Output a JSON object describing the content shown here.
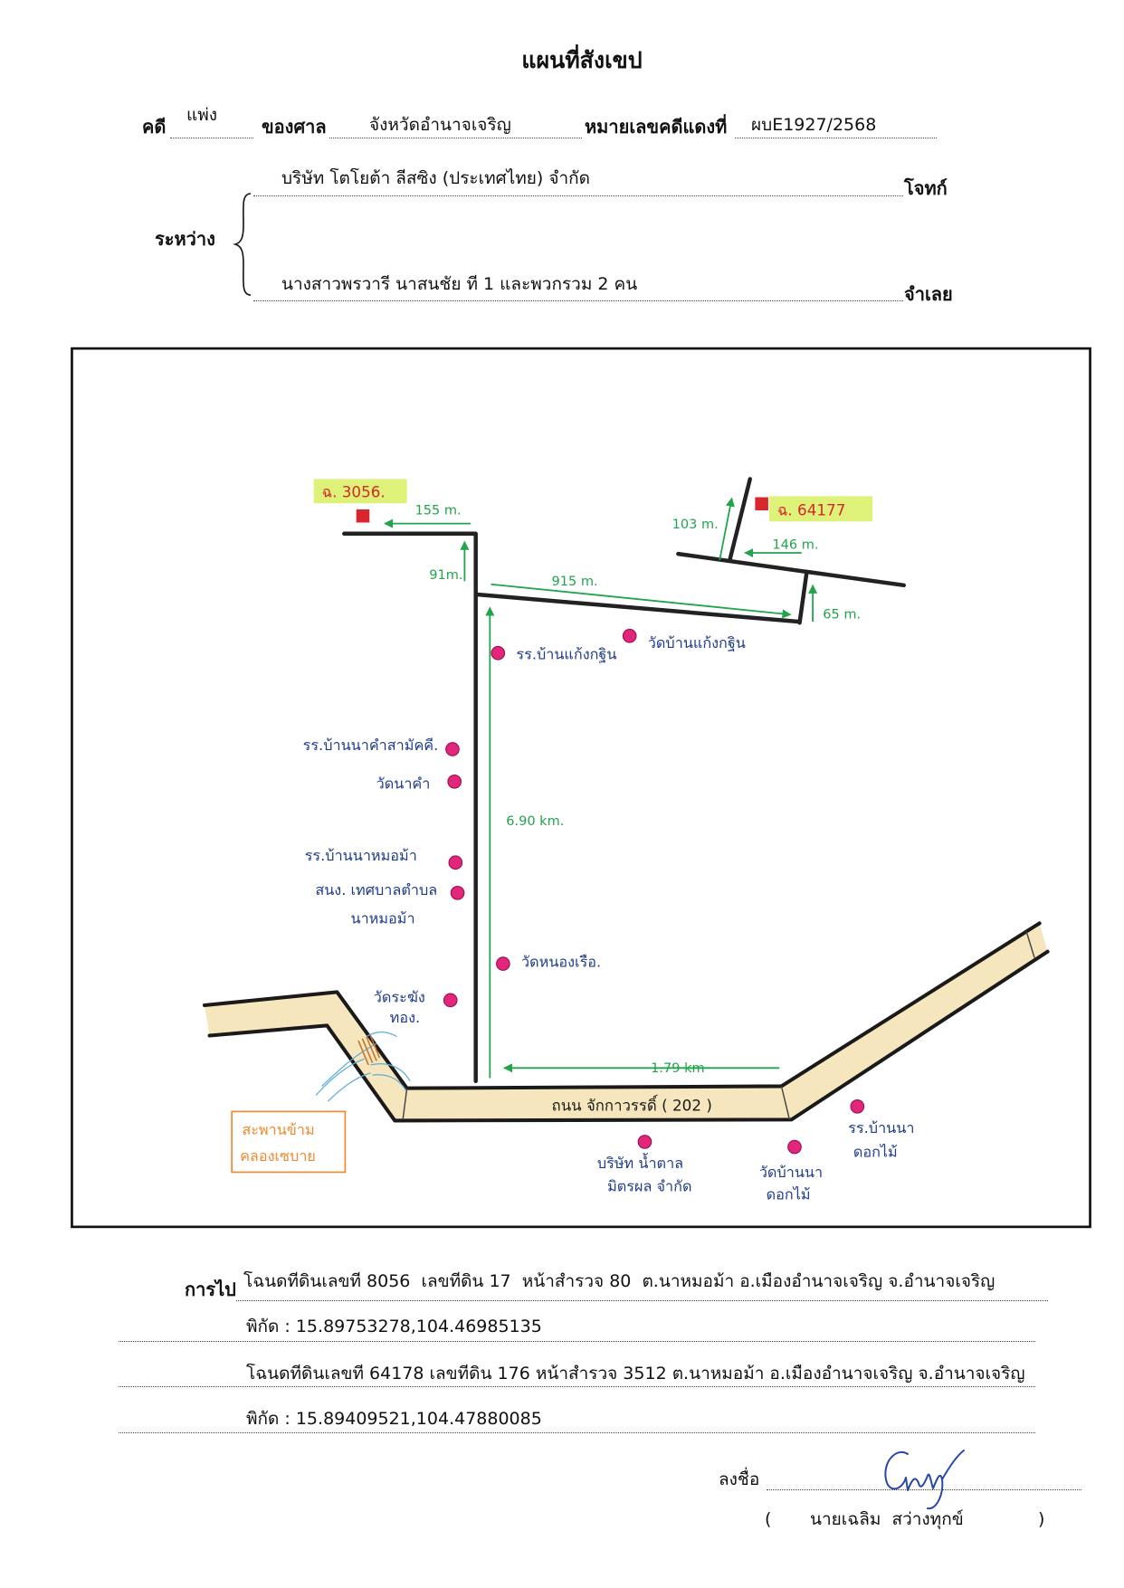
{
  "document": {
    "title": "แผนที่สังเขป",
    "case_label": "คดี",
    "case_type": "แพ่ง",
    "court_label": "ของศาล",
    "court_name": "จังหวัดอำนาจเจริญ",
    "red_case_label": "หมายเลขคดีแดงที่",
    "red_case_number": "ผบE1927/2568",
    "between_label": "ระหว่าง",
    "plaintiff_name": "บริษัท โตโยต้า ลีสซิ่ง (ประเทศไทย) จำกัด",
    "plaintiff_label": "โจทก์",
    "defendant_name": "นางสาวพรวารี นาสนชัย ที่ 1 และพวกรวม 2 คน",
    "defendant_label": "จำเลย"
  },
  "map": {
    "parcels": [
      {
        "label": "ฉ. 3056."
      },
      {
        "label": "ฉ. 64177"
      }
    ],
    "distances": [
      "155 m.",
      "91m.",
      "915 m.",
      "6.90 km.",
      "1.79 km",
      "103 m.",
      "146 m.",
      "65 m."
    ],
    "road_label": "ถนน จักกาวรรดิ์ ( 202 )",
    "bridge_label": [
      "สะพานข้าม",
      "คลองเซบาย"
    ],
    "landmarks": [
      {
        "lines": [
          "รร.บ้านแก้งกฐิน"
        ]
      },
      {
        "lines": [
          "วัดบ้านแก้งกฐิน"
        ]
      },
      {
        "lines": [
          "รร.บ้านนาคำสามัคคี."
        ]
      },
      {
        "lines": [
          "วัดนาคำ"
        ]
      },
      {
        "lines": [
          "รร.บ้านนาหมอม้า"
        ]
      },
      {
        "lines": [
          "สนง. เทศบาลตำบล",
          "นาหมอม้า"
        ]
      },
      {
        "lines": [
          "วัดหนองเรือ."
        ]
      },
      {
        "lines": [
          "วัดระฆัง",
          "ทอง."
        ]
      },
      {
        "lines": [
          "รร.บ้านนา",
          "ดอกไม้"
        ]
      },
      {
        "lines": [
          "บริษัท น้ำตาล",
          "มิตรผล จำกัด"
        ]
      },
      {
        "lines": [
          "วัดบ้านนา",
          "ดอกไม้"
        ]
      }
    ]
  },
  "directions": {
    "label": "การไป",
    "route_1": "โฉนดที่ดินเลขที่ 8056  เลขที่ดิน 17  หน้าสำรวจ 80  ต.นาหมอม้า อ.เมืองอำนาจเจริญ จ.อำนาจเจริญ",
    "coordinates_1": "พิกัด : 15.89753278,104.46985135",
    "route_2": "โฉนดที่ดินเลขที่ 64178 เลขที่ดิน 176 หน้าสำรวจ 3512 ต.นาหมอม้า อ.เมืองอำนาจเจริญ จ.อำนาจเจริญ",
    "coordinates_2": "พิกัด : 15.89409521,104.47880085"
  },
  "signature": {
    "label": "ลงชื่อ",
    "paren_open": "(",
    "signer_name": "นายเฉลิม  สว่างทุกข์",
    "paren_close": ")"
  },
  "colors": {
    "ink": "#111111",
    "road_fill": "#f6e6bd",
    "distance_green": "#22a44b",
    "label_blue": "#1e3c8c",
    "landmark_dot": "#e2267c",
    "parcel_red": "#d8262d",
    "parcel_highlight": "#def27a",
    "bridge_orange": "#ef8a2e",
    "water_blue": "#5aaed6",
    "signature_blue": "#2848a8"
  }
}
